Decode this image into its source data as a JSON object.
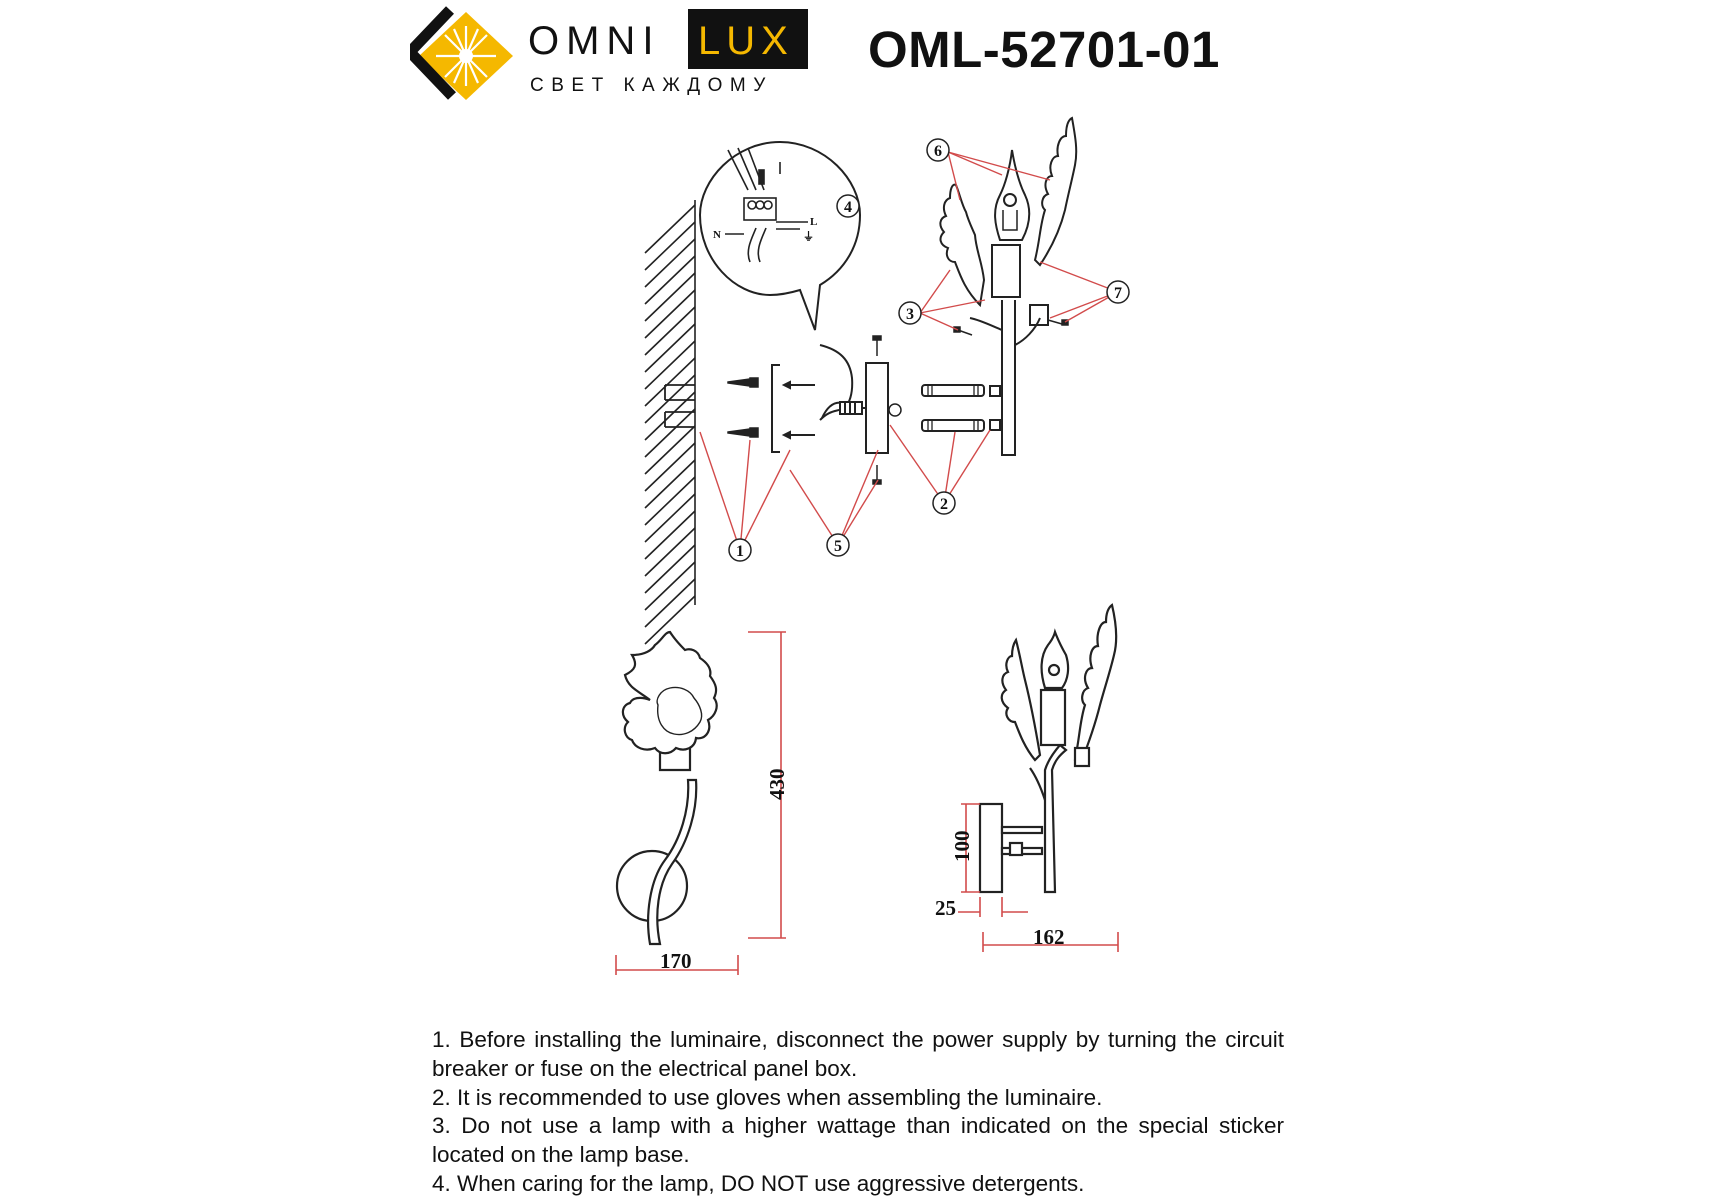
{
  "brand": {
    "name_left": "OMNI",
    "name_right": "LUX",
    "tagline": "СВЕТ КАЖДОМУ",
    "accent_color": "#f5b800"
  },
  "model": "OML-52701-01",
  "diagram": {
    "callouts": [
      "1",
      "2",
      "3",
      "4",
      "5",
      "6",
      "7"
    ],
    "wiring_labels": {
      "neutral": "N",
      "live": "L"
    },
    "dimensions": {
      "height": "430",
      "width": "170",
      "depth": "162",
      "plate": "100",
      "plate_depth": "25"
    },
    "leader_color": "#d24b4b"
  },
  "instructions": [
    "1. Before installing the luminaire, disconnect the power supply by turning the circuit breaker or fuse on the electrical panel box.",
    "2. It is recommended to use gloves when assembling the luminaire.",
    "3. Do not use a lamp with a higher wattage than indicated on the special sticker located on the lamp base.",
    "4. When caring for the lamp, DO NOT use aggressive detergents."
  ]
}
